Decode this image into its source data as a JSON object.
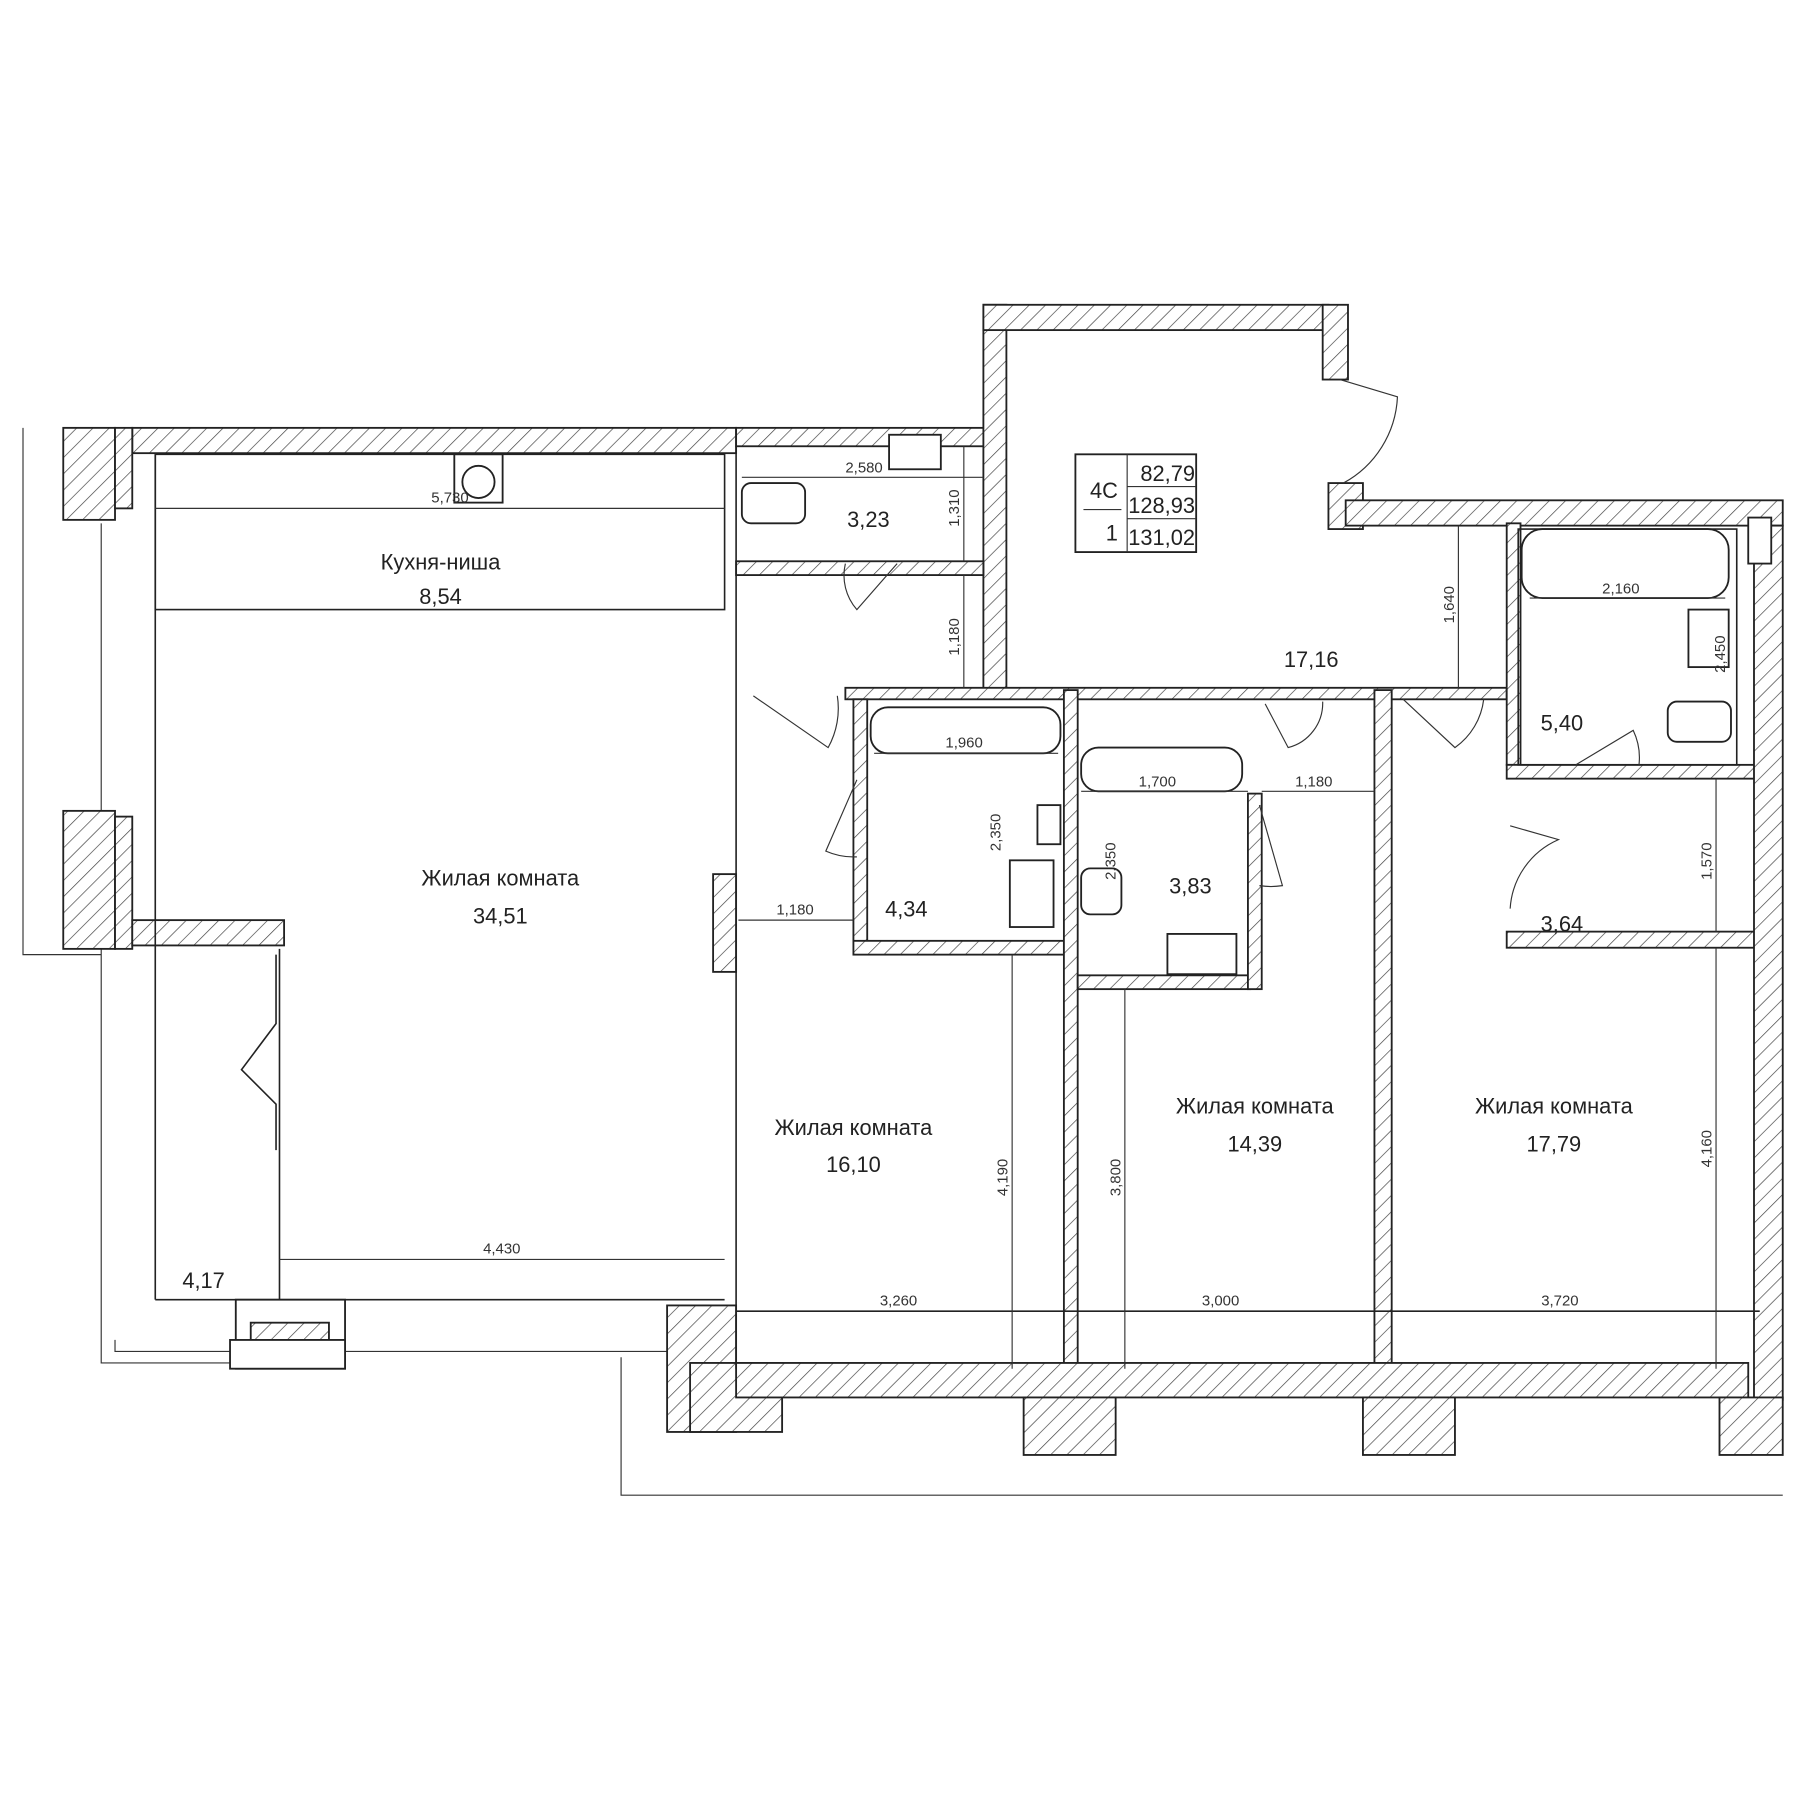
{
  "apartment": {
    "type": "4С",
    "floor": "1",
    "areas": [
      "82,79",
      "128,93",
      "131,02"
    ]
  },
  "rooms": [
    {
      "name": "Кухня-ниша",
      "area": "8,54"
    },
    {
      "name": "Жилая комната",
      "area": "34,51"
    },
    {
      "name": "Жилая комната",
      "area": "16,10"
    },
    {
      "name": "Жилая комната",
      "area": "14,39"
    },
    {
      "name": "Жилая комната",
      "area": "17,79"
    },
    {
      "name": "",
      "area": "3,23"
    },
    {
      "name": "",
      "area": "17,16"
    },
    {
      "name": "",
      "area": "4,34"
    },
    {
      "name": "",
      "area": "3,83"
    },
    {
      "name": "",
      "area": "5,40"
    },
    {
      "name": "",
      "area": "3,64"
    },
    {
      "name": "",
      "area": "4,17"
    }
  ],
  "dimensions": {
    "kitchen_width": "5,730",
    "wc_width": "2,580",
    "wc_depth": "1,310",
    "corridor_1": "1,180",
    "hall_depth": "1,640",
    "bath1_width": "1,960",
    "bath1_depth": "2,350",
    "bath2_width": "1,700",
    "bath2_depth": "2,350",
    "corridor_2": "1,180",
    "corridor_3": "1,180",
    "bath3_width": "2,160",
    "bath3_depth": "2,450",
    "hall2_depth": "1,570",
    "living_width": "4,430",
    "room1_depth": "4,190",
    "room2_depth": "3,800",
    "room3_depth": "4,160",
    "room1_width": "3,260",
    "room2_width": "3,000",
    "room3_width": "3,720"
  }
}
